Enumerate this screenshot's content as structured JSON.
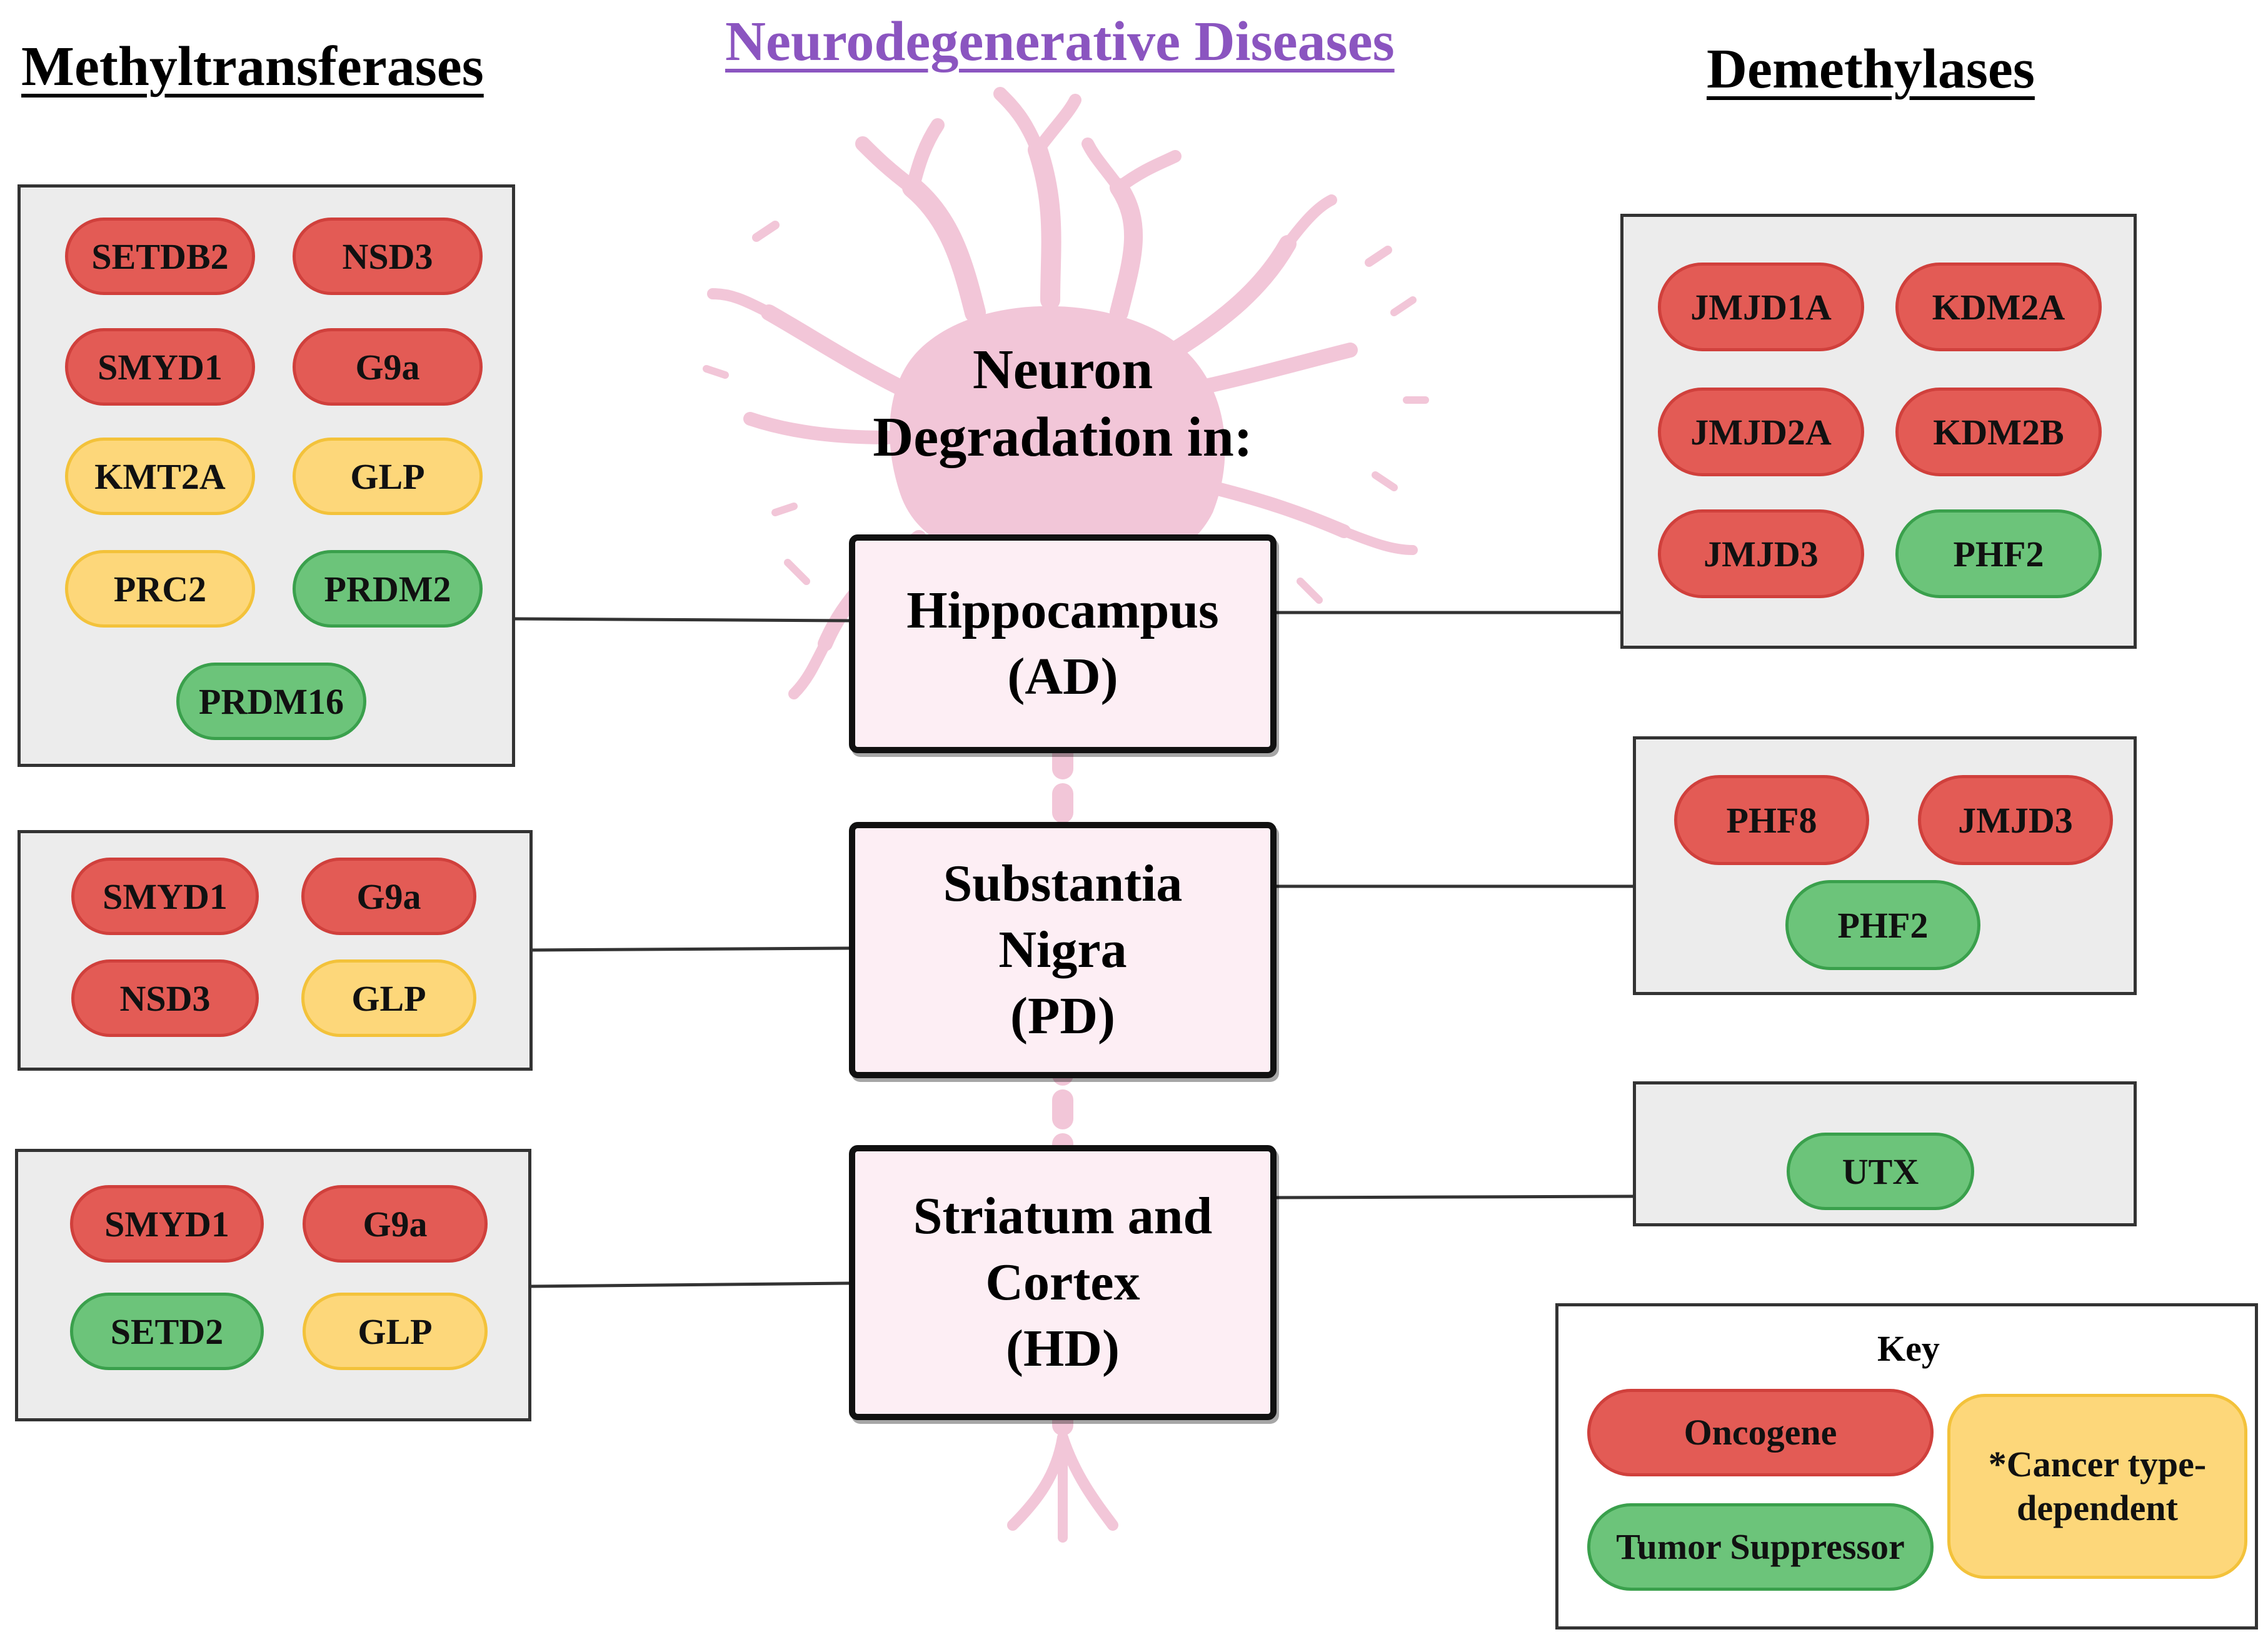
{
  "headings": {
    "left": "Methyltransferases",
    "center": "Neurodegenerative Diseases",
    "right": "Demethylases"
  },
  "neuron_label": {
    "line1": "Neuron",
    "line2": "Degradation in:"
  },
  "colors": {
    "oncogene_fill": "#e35b55",
    "oncogene_border": "#d0403c",
    "tumor_suppressor_fill": "#6cc47a",
    "tumor_suppressor_border": "#3aa04c",
    "cancer_type_dependent_fill": "#fdd77a",
    "cancer_type_dependent_border": "#f3c23a",
    "heading_center": "#8b55c0",
    "neuron": "#f2c6d8",
    "region_fill": "#fdeef4",
    "group_fill": "#ececec"
  },
  "regions": [
    {
      "lines": [
        "Hippocampus",
        "(AD)"
      ]
    },
    {
      "lines": [
        "Substantia",
        "Nigra",
        "(PD)"
      ]
    },
    {
      "lines": [
        "Striatum and",
        "Cortex",
        "(HD)"
      ]
    }
  ],
  "methyltransferases": [
    {
      "items": [
        {
          "label": "SETDB2",
          "category": "oncogene"
        },
        {
          "label": "NSD3",
          "category": "oncogene"
        },
        {
          "label": "SMYD1",
          "category": "oncogene"
        },
        {
          "label": "G9a",
          "category": "oncogene"
        },
        {
          "label": "KMT2A",
          "category": "cancer_type_dependent"
        },
        {
          "label": "GLP",
          "category": "cancer_type_dependent"
        },
        {
          "label": "PRC2",
          "category": "cancer_type_dependent"
        },
        {
          "label": "PRDM2",
          "category": "tumor_suppressor"
        },
        {
          "label": "PRDM16",
          "category": "tumor_suppressor"
        }
      ]
    },
    {
      "items": [
        {
          "label": "SMYD1",
          "category": "oncogene"
        },
        {
          "label": "G9a",
          "category": "oncogene"
        },
        {
          "label": "NSD3",
          "category": "oncogene"
        },
        {
          "label": "GLP",
          "category": "cancer_type_dependent"
        }
      ]
    },
    {
      "items": [
        {
          "label": "SMYD1",
          "category": "oncogene"
        },
        {
          "label": "G9a",
          "category": "oncogene"
        },
        {
          "label": "SETD2",
          "category": "tumor_suppressor"
        },
        {
          "label": "GLP",
          "category": "cancer_type_dependent"
        }
      ]
    }
  ],
  "demethylases": [
    {
      "items": [
        {
          "label": "JMJD1A",
          "category": "oncogene"
        },
        {
          "label": "KDM2A",
          "category": "oncogene"
        },
        {
          "label": "JMJD2A",
          "category": "oncogene"
        },
        {
          "label": "KDM2B",
          "category": "oncogene"
        },
        {
          "label": "JMJD3",
          "category": "oncogene"
        },
        {
          "label": "PHF2",
          "category": "tumor_suppressor"
        }
      ]
    },
    {
      "items": [
        {
          "label": "PHF8",
          "category": "oncogene"
        },
        {
          "label": "JMJD3",
          "category": "oncogene"
        },
        {
          "label": "PHF2",
          "category": "tumor_suppressor"
        }
      ]
    },
    {
      "items": [
        {
          "label": "UTX",
          "category": "tumor_suppressor"
        }
      ]
    }
  ],
  "key": {
    "title": "Key",
    "oncogene": "Oncogene",
    "tumor_suppressor": "Tumor Suppressor",
    "cancer_type_dependent": "*Cancer type-dependent"
  }
}
